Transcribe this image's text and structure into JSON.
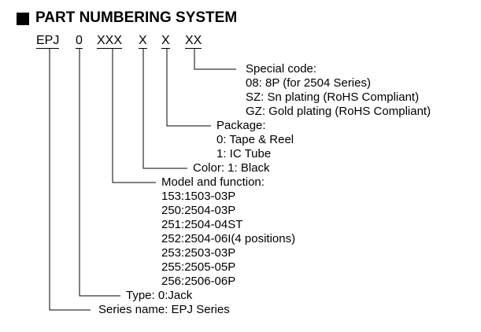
{
  "title": "PART NUMBERING SYSTEM",
  "codes": [
    "EPJ",
    "0",
    "XXX",
    "X",
    "X",
    "XX"
  ],
  "special": {
    "label": "Special code:",
    "items": [
      "08: 8P (for 2504 Series)",
      "SZ: Sn plating (RoHS Compliant)",
      "GZ: Gold plating (RoHS Compliant)"
    ]
  },
  "package": {
    "label": "Package:",
    "items": [
      "0: Tape & Reel",
      "1: IC Tube"
    ]
  },
  "color": "Color: 1: Black",
  "model": {
    "label": "Model and function:",
    "items": [
      "153:1503-03P",
      "250:2504-03P",
      "251:2504-04ST",
      "252:2504-06I(4 positions)",
      "253:2503-03P",
      "255:2505-05P",
      "256:2506-06P"
    ]
  },
  "type": "Type: 0:Jack",
  "series": "Series name: EPJ Series"
}
